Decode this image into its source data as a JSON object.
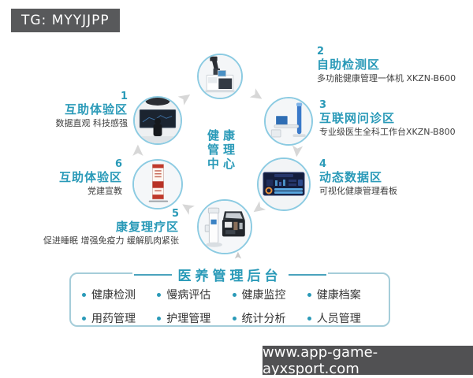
{
  "badge": {
    "text": "TG: MYYJJPP"
  },
  "footer": {
    "text": "www.app-game-ayxsport.com"
  },
  "center": {
    "line1": "健康",
    "line2": "管理",
    "line3": "中心"
  },
  "zones": [
    {
      "number": "1",
      "title": "互助体验区",
      "desc": "数据直观 科技感强",
      "photo": "led-interactive-screen"
    },
    {
      "number": "2",
      "title": "自助检测区",
      "desc": "多功能健康管理一体机 XKZN-B600",
      "photo": "health-checkup-kiosk"
    },
    {
      "number": "3",
      "title": "互联网问诊区",
      "desc": "专业级医生全科工作台XKZN-B800",
      "photo": "doctor-workstation"
    },
    {
      "number": "4",
      "title": "动态数据区",
      "desc": "可视化健康管理看板",
      "photo": "data-dashboard-screen"
    },
    {
      "number": "5",
      "title": "康复理疗区",
      "desc": "促进睡眠 增强免疫力 缓解肌肉紧张",
      "photo": "rehab-device-and-case"
    },
    {
      "number": "6",
      "title": "互助体验区",
      "desc": "党建宣教",
      "photo": "party-education-banner-stand"
    }
  ],
  "backend": {
    "title": "医养管理后台",
    "items": [
      "健康检测",
      "慢病评估",
      "健康监控",
      "健康档案",
      "用药管理",
      "护理管理",
      "统计分析",
      "人员管理"
    ]
  },
  "colors": {
    "accent_teal": "#2a9ab8",
    "badge_bg": "#58595b",
    "footer_bg": "#515153",
    "circle_border": "#8ccbe2",
    "box_border": "#a5cdd9",
    "arrow_gray": "#d7d7d7",
    "text_dark": "#3f3f3f"
  }
}
